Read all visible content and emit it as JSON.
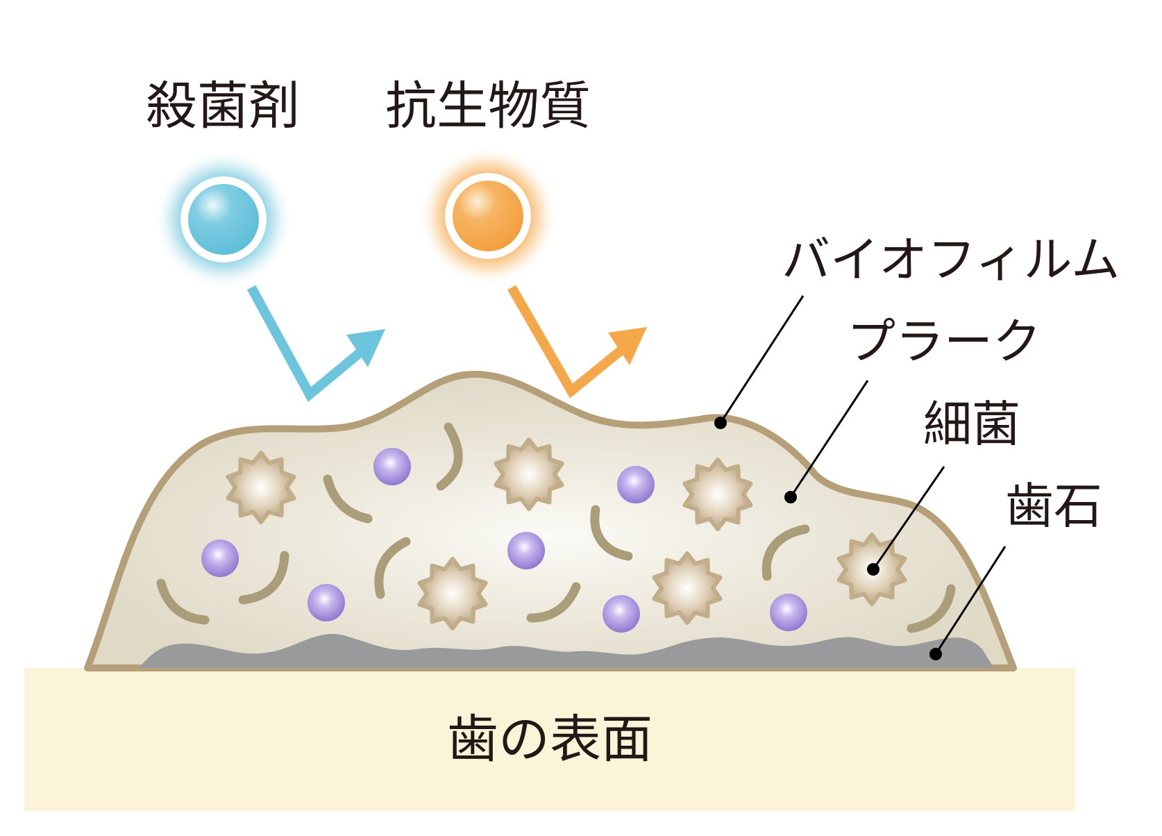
{
  "labels": {
    "bactericide": "殺菌剤",
    "antibiotic": "抗生物質",
    "biofilm": "バイオフィルム",
    "plaque": "プラーク",
    "bacteria": "細菌",
    "tartar": "歯石",
    "tooth_surface": "歯の表面"
  },
  "colors": {
    "bactericide": "#6cc5dd",
    "antibiotic": "#f5a84a",
    "biofilm_outline": "#b59f78",
    "plaque_fill": "#e4dfcf",
    "tartar": "#9a9a9c",
    "tooth": "#fcf4d9",
    "rod_bacteria": "#a99d7a",
    "coccus": "#9b85d6",
    "spiky_bacteria": "#c2ad8a"
  },
  "icons": {
    "bactericide": "blue-sphere-icon",
    "antibiotic": "orange-sphere-icon",
    "deflect_arrow": "bounce-arrow-icon"
  }
}
